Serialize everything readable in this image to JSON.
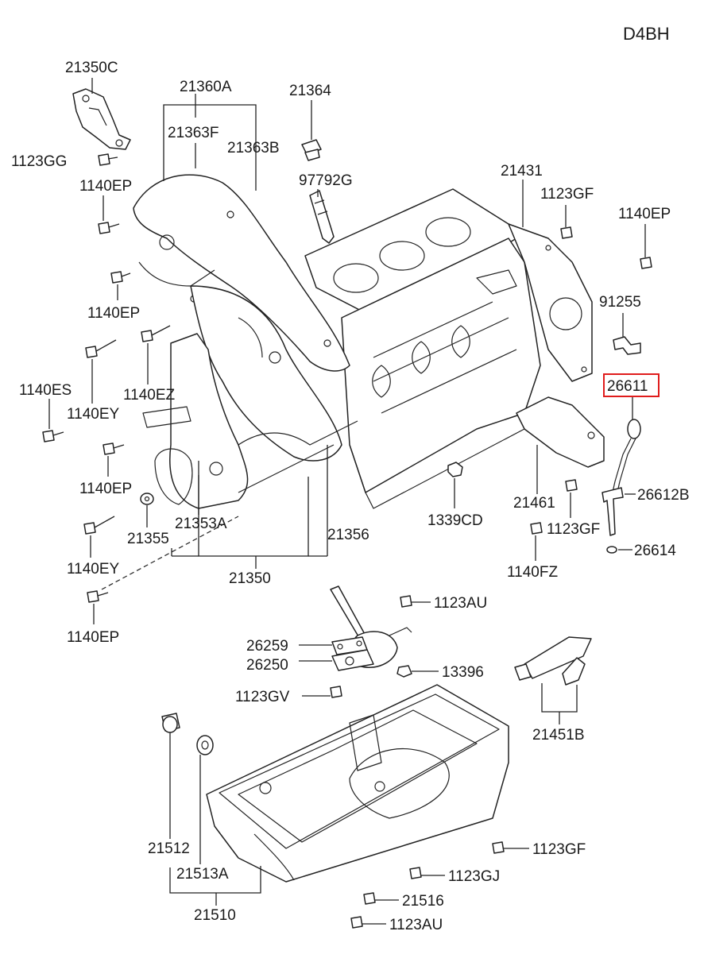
{
  "engine_code": "D4BH",
  "highlight_color": "#e01c1c",
  "labels": {
    "l21350C": "21350C",
    "l1123GG": "1123GG",
    "l1140EP_a": "1140EP",
    "l1140EP_b": "1140EP",
    "l1140ES": "1140ES",
    "l1140EY_a": "1140EY",
    "l1140EZ": "1140EZ",
    "l1140EP_c": "1140EP",
    "l21355": "21355",
    "l1140EY_b": "1140EY",
    "l1140EP_d": "1140EP",
    "l21360A": "21360A",
    "l21363F": "21363F",
    "l21363B": "21363B",
    "l21364": "21364",
    "l97792G": "97792G",
    "l21353A": "21353A",
    "l21356": "21356",
    "l21350": "21350",
    "l21431": "21431",
    "l1123GF_a": "1123GF",
    "l1140EP_e": "1140EP",
    "l91255": "91255",
    "l26611": "26611",
    "l26612B": "26612B",
    "l21461": "21461",
    "l1123GF_b": "1123GF",
    "l26614": "26614",
    "l1339CD": "1339CD",
    "l1140FZ": "1140FZ",
    "l1123AU_a": "1123AU",
    "l26259": "26259",
    "l26250": "26250",
    "l13396": "13396",
    "l1123GV": "1123GV",
    "l21451B": "21451B",
    "l21512": "21512",
    "l21513A": "21513A",
    "l21510": "21510",
    "l1123GF_c": "1123GF",
    "l1123GJ": "1123GJ",
    "l21516": "21516",
    "l1123AU_b": "1123AU"
  }
}
